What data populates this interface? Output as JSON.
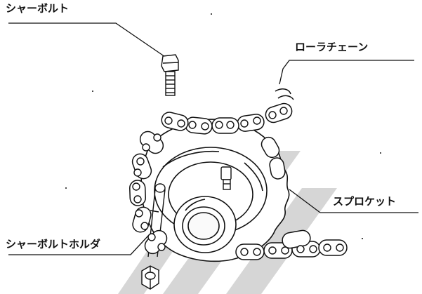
{
  "labels": {
    "shear_bolt": "シャーボルト",
    "roller_chain": "ローラチェーン",
    "sprocket": "スプロケット",
    "shear_bolt_holder": "シャーボルトホルダ"
  },
  "colors": {
    "line": "#111111",
    "stripe": "#d3d3d3",
    "background": "#ffffff"
  }
}
